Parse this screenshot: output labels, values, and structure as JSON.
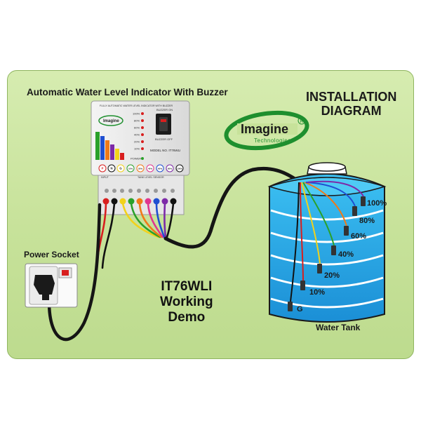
{
  "diagram": {
    "title": "Automatic Water Level Indicator With Buzzer",
    "heading_line1": "INSTALLATION",
    "heading_line2": "DIAGRAM",
    "power_socket_label": "Power Socket",
    "model_line1": "IT76WLI",
    "model_line2": "Working",
    "model_line3": "Demo",
    "water_tank_label": "Water Tank"
  },
  "brand": {
    "name": "Imagine",
    "registered_mark": "R",
    "subtitle": "Technologies",
    "color": "#1e8f2e"
  },
  "device": {
    "header_text": "FULLY AUTOMATIC WATER LEVEL INDICATOR WITH BUZZER",
    "buzzer_on": "BUZZER ON",
    "buzzer_off": "BUZZER OFF",
    "model_no": "MODEL NO. IT76WLI",
    "led_labels": [
      "100%",
      "80%",
      "60%",
      "40%",
      "20%",
      "10%",
      "POWER"
    ],
    "input_label": "INPUT",
    "sensor_label": "TANK LEVEL SENSOR",
    "terminals": [
      "P",
      "N",
      "G",
      "10%",
      "20%",
      "40%",
      "60%",
      "80%",
      "100%"
    ]
  },
  "tank": {
    "levels": [
      "100%",
      "80%",
      "60%",
      "40%",
      "20%",
      "10%",
      "G"
    ],
    "water_color": "#1ea7e6"
  },
  "wire_colors": {
    "black": "#111111",
    "red": "#d81e1e",
    "yellow": "#f2d21b",
    "green": "#2aa12a",
    "orange": "#f07a18",
    "pink": "#e0358f",
    "blue": "#1f4fd1",
    "purple": "#7d2aa8"
  }
}
